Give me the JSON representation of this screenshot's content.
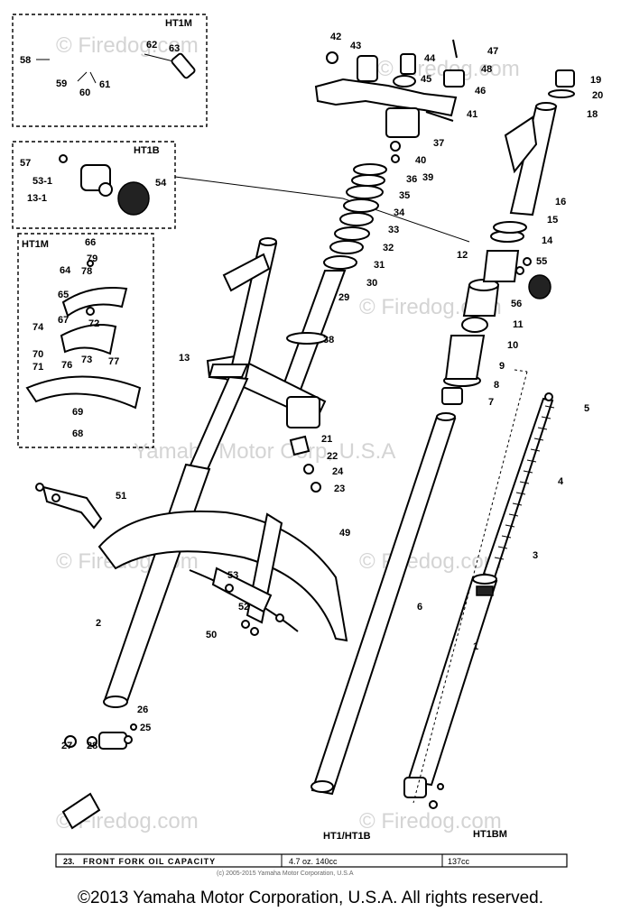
{
  "part_numbers": [
    "1",
    "2",
    "3",
    "4",
    "5",
    "6",
    "7",
    "8",
    "9",
    "10",
    "11",
    "12",
    "13",
    "13-1",
    "14",
    "15",
    "16",
    "18",
    "19",
    "20",
    "21",
    "22",
    "23",
    "24",
    "25",
    "26",
    "27",
    "28",
    "29",
    "30",
    "31",
    "32",
    "33",
    "34",
    "35",
    "36",
    "37",
    "38",
    "39",
    "40",
    "41",
    "42",
    "43",
    "44",
    "45",
    "46",
    "47",
    "48",
    "49",
    "50",
    "51",
    "52",
    "53",
    "53-1",
    "54",
    "55",
    "56",
    "57",
    "58",
    "59",
    "60",
    "61",
    "62",
    "63",
    "64",
    "65",
    "66",
    "67",
    "68",
    "69",
    "70",
    "71",
    "72",
    "73",
    "74",
    "76",
    "77",
    "78",
    "79"
  ],
  "inset_labels": {
    "ht1m_top": "HT1M",
    "ht1b": "HT1B",
    "ht1m_left": "HT1M"
  },
  "model_labels": {
    "left": "HT1/HT1B",
    "right": "HT1BM"
  },
  "watermarks": {
    "site": "Firedog.com",
    "company": "Yamaha Motor Corp, U.S.A",
    "small": "(c) 2005-2015 Yamaha Motor Corporation, U.S.A"
  },
  "spec_table": {
    "item": "23.",
    "label": "FRONT FORK OIL CAPACITY",
    "value_1": "4.7 oz.  140cc",
    "value_2": "137cc"
  },
  "copyright": "©2013 Yamaha Motor Corporation, U.S.A. All rights reserved."
}
